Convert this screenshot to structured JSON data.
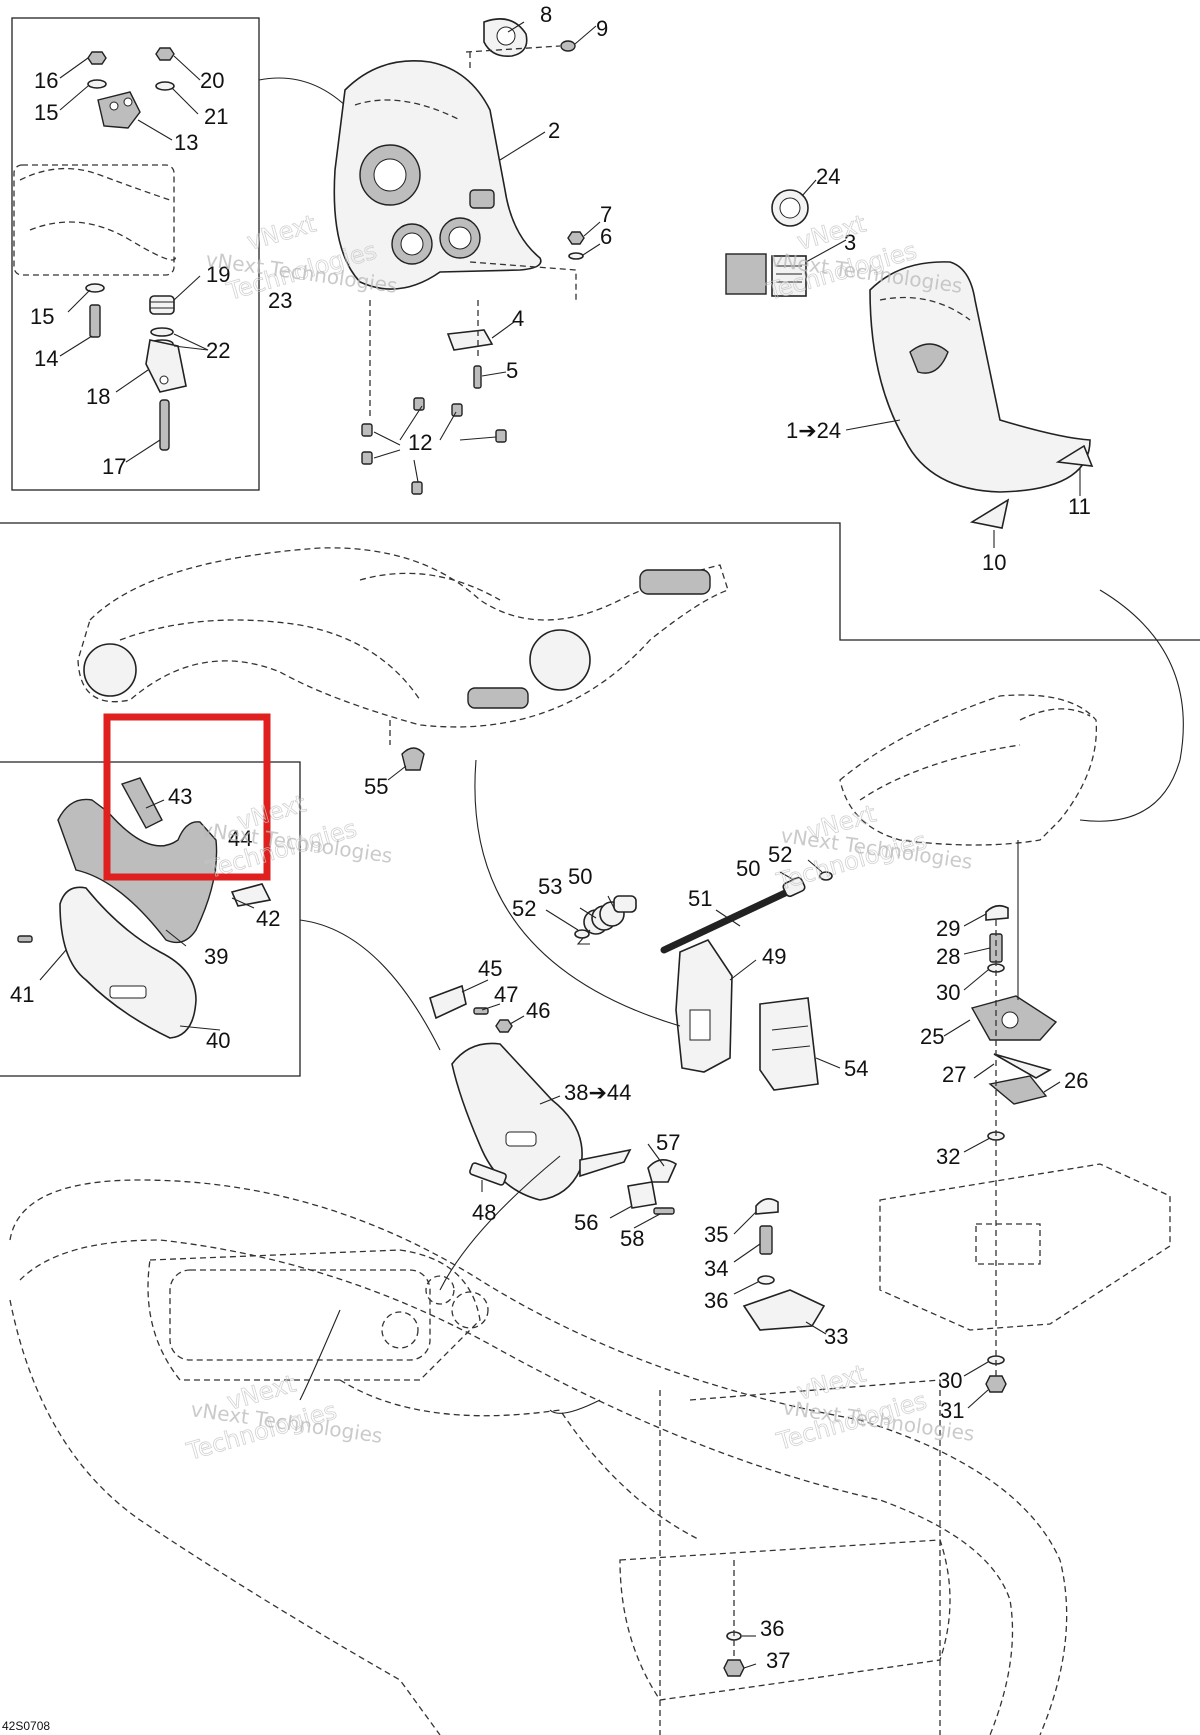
{
  "drawing_code": "42S0708",
  "watermark": {
    "line1": "vNext",
    "line2": "Technologies",
    "inline": "vNext Technologies"
  },
  "highlight_color": "#e01f1f",
  "callouts": {
    "c1_24": "1➔24",
    "c2": "2",
    "c3": "3",
    "c4": "4",
    "c5": "5",
    "c6": "6",
    "c7": "7",
    "c8": "8",
    "c9": "9",
    "c10": "10",
    "c11": "11",
    "c12": "12",
    "c13": "13",
    "c14": "14",
    "c15a": "15",
    "c15b": "15",
    "c16": "16",
    "c17": "17",
    "c18": "18",
    "c19": "19",
    "c20": "20",
    "c21": "21",
    "c22": "22",
    "c23": "23",
    "c24": "24",
    "c25": "25",
    "c26": "26",
    "c27": "27",
    "c28": "28",
    "c29": "29",
    "c30a": "30",
    "c30b": "30",
    "c31": "31",
    "c32": "32",
    "c33": "33",
    "c34": "34",
    "c35": "35",
    "c36a": "36",
    "c36b": "36",
    "c37": "37",
    "c38_44": "38➔44",
    "c39": "39",
    "c40": "40",
    "c41": "41",
    "c42": "42",
    "c43": "43",
    "c44": "44",
    "c45": "45",
    "c46": "46",
    "c47": "47",
    "c48": "48",
    "c49": "49",
    "c50a": "50",
    "c50b": "50",
    "c51": "51",
    "c52a": "52",
    "c52b": "52",
    "c53": "53",
    "c54": "54",
    "c55": "55",
    "c56": "56",
    "c57": "57",
    "c58": "58"
  }
}
